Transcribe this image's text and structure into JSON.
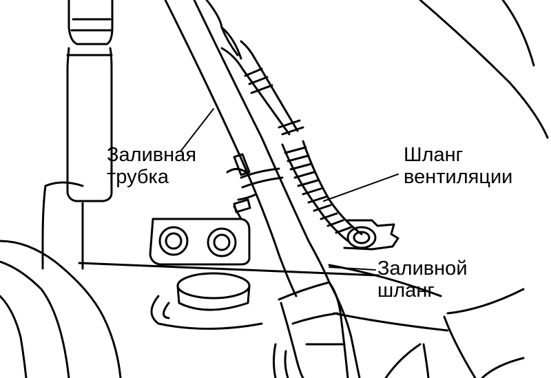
{
  "labels": {
    "fill_pipe": {
      "line1": "Заливная",
      "line2": "трубка"
    },
    "vent_hose": {
      "line1": "Шланг",
      "line2": "вентиляции"
    },
    "fill_hose": {
      "line1": "Заливной",
      "line2": "шланг"
    }
  },
  "colors": {
    "ink": "#000000",
    "paper": "#ffffff"
  }
}
